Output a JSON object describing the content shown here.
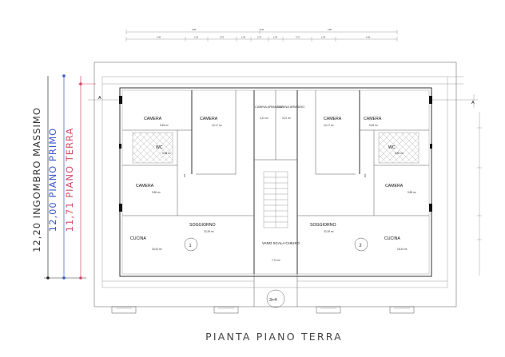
{
  "drawing": {
    "title": "PIANTA PIANO TERRA",
    "section_marker": "A",
    "unit_numbers": [
      "1",
      "2"
    ],
    "stair_label": "3+4"
  },
  "heights": [
    {
      "label": "INGOMBRO MASSIMO",
      "value": "12,20",
      "color": "#333333"
    },
    {
      "label": "PIANO PRIMO",
      "value": "12,00",
      "color": "#3a57c8"
    },
    {
      "label": "PIANO TERRA",
      "value": "11,71",
      "color": "#d24a6a"
    }
  ],
  "rooms": {
    "left": {
      "camera_top": {
        "name": "CAMERA",
        "area": "9,45 m²"
      },
      "camera_mid": {
        "name": "CAMERA",
        "area": "14,17 m²"
      },
      "wc": {
        "name": "WC",
        "area": "5,85 m²"
      },
      "camera_low": {
        "name": "CAMERA",
        "area": "9,85 m²"
      },
      "soggiorno": {
        "name": "SOGGIORNO",
        "area": "22,28 m²"
      },
      "cucina": {
        "name": "CUCINA",
        "area": "16,44 m²"
      },
      "cabina": {
        "name": "CABINA ARMADIO",
        "area": "3,21 m²"
      },
      "dis": {
        "name": "DIS"
      }
    },
    "right": {
      "camera_top": {
        "name": "CAMERA",
        "area": "9,45 m²"
      },
      "camera_mid": {
        "name": "CAMERA",
        "area": "14,17 m²"
      },
      "wc": {
        "name": "WC",
        "area": "5,85 m²"
      },
      "camera_low": {
        "name": "CAMERA",
        "area": "9,85 m²"
      },
      "soggiorno": {
        "name": "SOGGIORNO",
        "area": "22,28 m²"
      },
      "cucina": {
        "name": "CUCINA",
        "area": "16,44 m²"
      },
      "cabina": {
        "name": "CABINA ARMADIO",
        "area": "3,21 m²"
      },
      "dis": {
        "name": "DIS"
      }
    },
    "stair": {
      "name": "VANO SCALA CHIUSO",
      "area": "7,74 m²"
    }
  },
  "dimensions": {
    "top_row1": [
      "4,85",
      "6,40",
      "4,85"
    ],
    "top_row2": [
      "4,45",
      "1,20",
      "3,70",
      "1,20",
      "2,70",
      "1,20",
      "3,70",
      "1,20",
      "4,45"
    ]
  }
}
